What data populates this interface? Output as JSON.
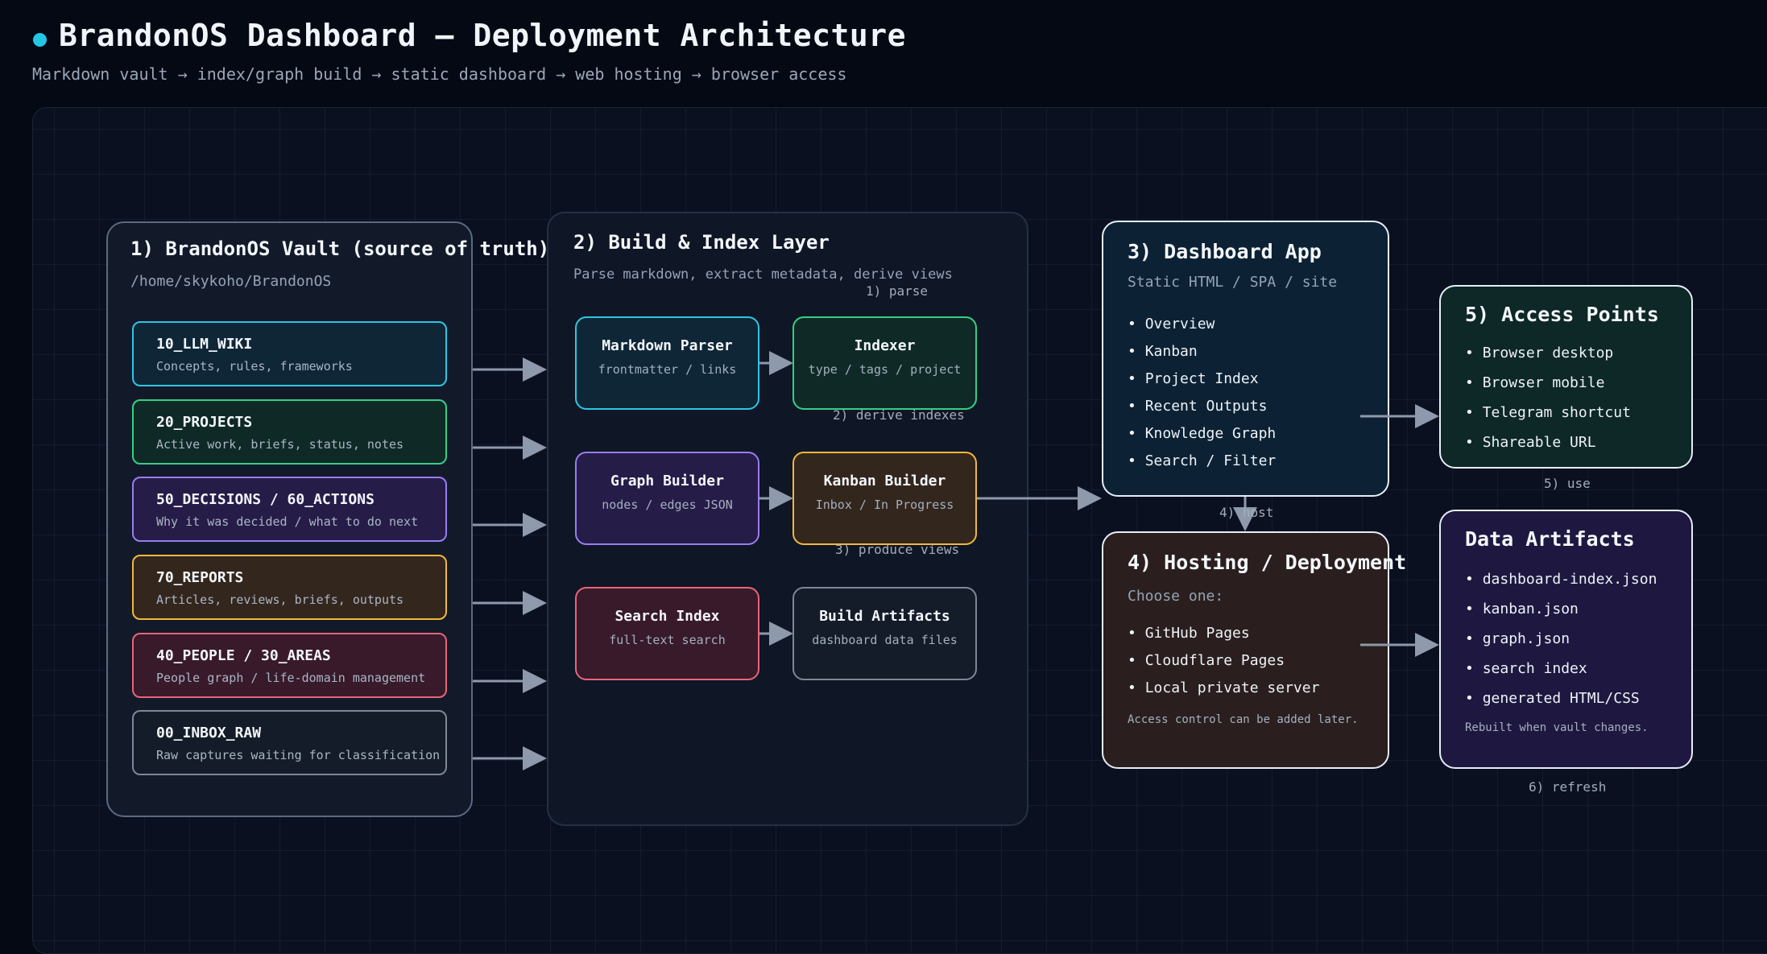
{
  "header": {
    "title": "BrandonOS Dashboard — Deployment Architecture",
    "subtitle": "Markdown vault → index/graph build → static dashboard → web hosting → browser access"
  },
  "vault": {
    "title": "1) BrandonOS Vault (source of truth)",
    "path": "/home/skykoho/BrandonOS",
    "items": [
      {
        "name": "10_LLM_WIKI",
        "desc": "Concepts, rules, frameworks",
        "color": "#2cc6e4"
      },
      {
        "name": "20_PROJECTS",
        "desc": "Active work, briefs, status, notes",
        "color": "#35cf85"
      },
      {
        "name": "50_DECISIONS / 60_ACTIONS",
        "desc": "Why it was decided / what to do next",
        "color": "#9a7cf2"
      },
      {
        "name": "70_REPORTS",
        "desc": "Articles, reviews, briefs, outputs",
        "color": "#f2b83c"
      },
      {
        "name": "40_PEOPLE / 30_AREAS",
        "desc": "People graph / life-domain management",
        "color": "#ea6479"
      },
      {
        "name": "00_INBOX_RAW",
        "desc": "Raw captures waiting for classification",
        "color": "#7c8797"
      }
    ]
  },
  "build": {
    "title": "2) Build & Index Layer",
    "subtitle": "Parse markdown, extract metadata, derive views",
    "nodes": {
      "parser": {
        "title": "Markdown Parser",
        "sub": "frontmatter / links"
      },
      "indexer": {
        "title": "Indexer",
        "sub": "type / tags / project"
      },
      "graph": {
        "title": "Graph Builder",
        "sub": "nodes / edges JSON"
      },
      "kanban": {
        "title": "Kanban Builder",
        "sub": "Inbox / In Progress"
      },
      "search": {
        "title": "Search Index",
        "sub": "full-text search"
      },
      "artifacts": {
        "title": "Build Artifacts",
        "sub": "dashboard data files"
      }
    }
  },
  "dashboard": {
    "title": "3) Dashboard App",
    "subtitle": "Static HTML / SPA / site",
    "items": [
      "Overview",
      "Kanban",
      "Project Index",
      "Recent Outputs",
      "Knowledge Graph",
      "Search / Filter"
    ]
  },
  "hosting": {
    "title": "4) Hosting / Deployment",
    "subtitle": "Choose one:",
    "items": [
      "GitHub Pages",
      "Cloudflare Pages",
      "Local private server"
    ],
    "note": "Access control can be added later."
  },
  "access": {
    "title": "5) Access Points",
    "items": [
      "Browser desktop",
      "Browser mobile",
      "Telegram shortcut",
      "Shareable URL"
    ]
  },
  "artifacts": {
    "title": "Data Artifacts",
    "items": [
      "dashboard-index.json",
      "kanban.json",
      "graph.json",
      "search index",
      "generated HTML/CSS"
    ],
    "note": "Rebuilt when vault changes."
  },
  "flow_labels": {
    "parse": "1) parse",
    "derive": "2) derive indexes",
    "produce": "3) produce views",
    "host": "4) host",
    "use": "5) use",
    "refresh": "6) refresh"
  },
  "colors": {
    "accent_cyan": "#2cc6e4",
    "accent_green": "#35cf85",
    "accent_purple": "#9a7cf2",
    "accent_orange": "#f2b83c",
    "accent_red": "#ea6479",
    "neutral_gray": "#7c8797",
    "arrow": "#8e99ab"
  }
}
